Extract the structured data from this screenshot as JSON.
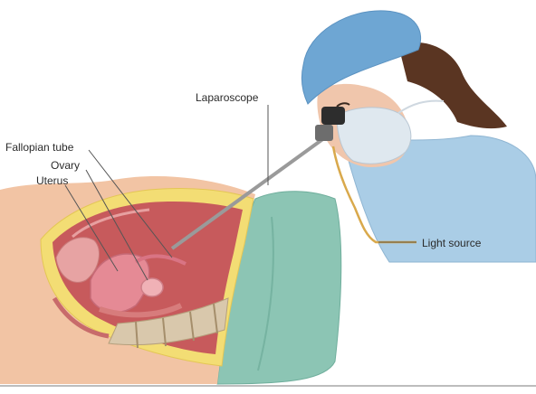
{
  "labels": {
    "laparoscope": "Laparoscope",
    "fallopian_tube": "Fallopian tube",
    "ovary": "Ovary",
    "uterus": "Uterus",
    "light_source": "Light source"
  },
  "colors": {
    "skin": "#f2c4a4",
    "fat_layer": "#f3dd74",
    "cavity": "#c75a5c",
    "uterus": "#e58a95",
    "spine": "#d9c8ac",
    "drape": "#8cc5b4",
    "gown": "#aacde6",
    "cap": "#6ea6d3",
    "mask": "#dfe8ef",
    "hair": "#5a3522",
    "scope": "#9a9a9a",
    "cable": "#d9a94c"
  }
}
